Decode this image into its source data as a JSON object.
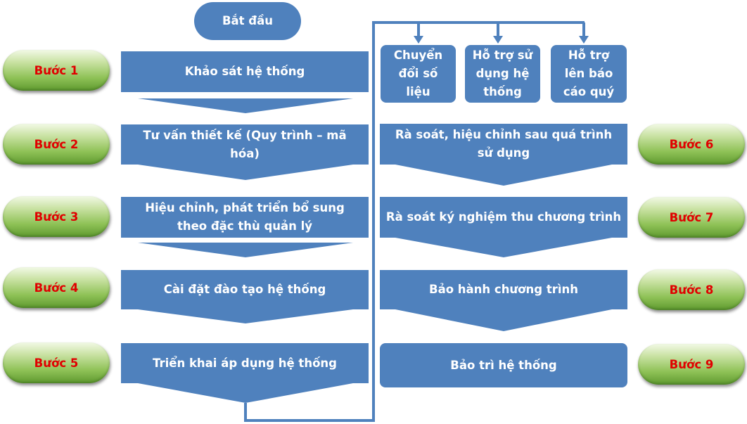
{
  "start": "Bắt đầu",
  "steps_left": [
    {
      "label": "Bước 1",
      "text": "Khảo sát hệ thống"
    },
    {
      "label": "Bước 2",
      "text": "Tư vấn thiết kế (Quy trình – mã hóa)"
    },
    {
      "label": "Bước 3",
      "text": "Hiệu chỉnh, phát triển bổ sung theo đặc thù quản lý"
    },
    {
      "label": "Bước 4",
      "text": "Cài đặt đào tạo hệ thống"
    },
    {
      "label": "Bước 5",
      "text": "Triển khai áp dụng hệ thống"
    }
  ],
  "branches": [
    "Chuyển đổi số liệu",
    "Hỗ trợ sử dụng hệ thống",
    "Hỗ trợ lên báo cáo quý"
  ],
  "steps_right": [
    {
      "label": "Bước 6",
      "text": "Rà soát, hiệu chỉnh sau quá trình sử dụng"
    },
    {
      "label": "Bước 7",
      "text": "Rà soát ký nghiệm thu chương trình"
    },
    {
      "label": "Bước 8",
      "text": "Bảo hành chương trình"
    },
    {
      "label": "Bước 9",
      "text": "Bảo trì hệ thống"
    }
  ],
  "colors": {
    "box": "#4f81bd",
    "pill_text": "#e00000",
    "connector": "#4f81bd"
  }
}
